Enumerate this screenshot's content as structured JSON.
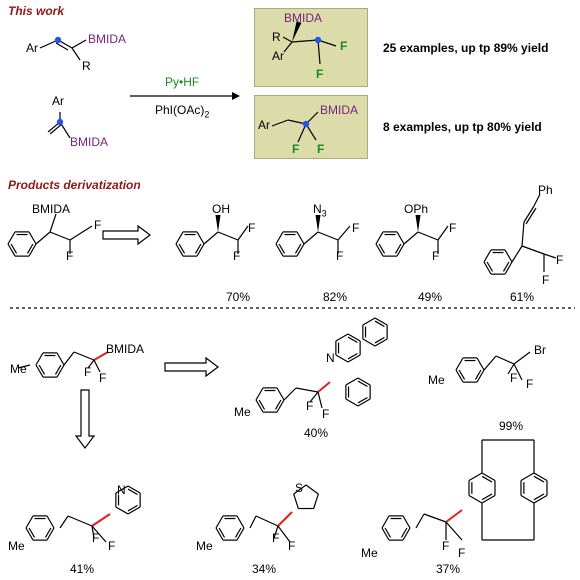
{
  "headings": {
    "this_work": "This work",
    "derivatization": "Products derivatization"
  },
  "colors": {
    "heading": "#8b1a1a",
    "bmida": "#7a1f7a",
    "fluorine": "#1a8a1a",
    "reagent": "#1a8a1a",
    "highlight_bond": "#e02020",
    "dot": "#2255ee",
    "box": "#dcdcaa"
  },
  "reagents": {
    "top": "Py•HF",
    "bottom": "PhI(OAc)2"
  },
  "results": {
    "set_1": "25 examples, up tp 89% yield",
    "set_2": "8 examples, up tp 80% yield"
  },
  "atoms": {
    "bmida": "BMIDA",
    "ar": "Ar",
    "r": "R",
    "f": "F",
    "oh": "OH",
    "n3": "N3",
    "oph": "OPh",
    "ph": "Ph",
    "me": "Me",
    "n": "N",
    "s": "S",
    "br": "Br"
  },
  "yields": {
    "oh": "70%",
    "n3": "82%",
    "oph": "49%",
    "allyl": "61%",
    "acridine": "40%",
    "bromide": "99%",
    "pyridine": "41%",
    "thiophene": "34%",
    "cyclophane": "37%"
  }
}
